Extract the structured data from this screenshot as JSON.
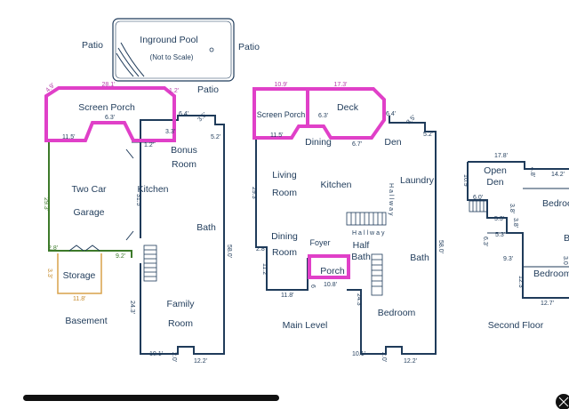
{
  "pool": {
    "title": "Inground Pool",
    "note": "(Not to Scale)"
  },
  "outdoor": {
    "patio_left": "Patio",
    "patio_right": "Patio",
    "patio_below": "Patio"
  },
  "basement": {
    "level": "Basement",
    "rooms": {
      "screen_porch": "Screen Porch",
      "bonus": "Bonus",
      "bonus2": "Room",
      "two_car": "Two Car",
      "garage": "Garage",
      "kitchen": "Kitchen",
      "bath": "Bath",
      "storage": "Storage",
      "family": "Family",
      "family2": "Room"
    },
    "dims": {
      "d1": "28.1'",
      "d2": "4.9'",
      "d3": "1.2'",
      "d4": "11.5'",
      "d5": "6.3'",
      "d6": "3.3'",
      "d7": "6.4'",
      "d8": "3.5'",
      "d9": "5.2'",
      "d10": "1.2'",
      "d11": "29.3'",
      "d12": "31.5'",
      "d13": "58.0'",
      "d14": "2.8'",
      "d15": "9.2'",
      "d16": "11.8'",
      "d17": "24.3'",
      "d18": "10.1'",
      "d19": "2.0'",
      "d20": "12.2'",
      "d21": "3.3'"
    }
  },
  "main": {
    "level": "Main Level",
    "rooms": {
      "screen_porch": "Screen Porch",
      "deck": "Deck",
      "dining_top": "Dining",
      "den": "Den",
      "living": "Living",
      "living2": "Room",
      "kitchen": "Kitchen",
      "laundry": "Laundry",
      "hallway": "Hallway",
      "dining": "Dining",
      "dining2": "Room",
      "foyer": "Foyer",
      "half": "Half",
      "half_bath": "Bath",
      "porch": "Porch",
      "bath": "Bath",
      "bedroom": "Bedroom"
    },
    "dims": {
      "d1": "10.9'",
      "d2": "17.3'",
      "d3": "6.4'",
      "d4": "11.5'",
      "d5": "6.3'",
      "d6": "6.7'",
      "d7": "3.5'",
      "d8": "5.2'",
      "d9": "29.3'",
      "d10": "58.0'",
      "d11": "11.2'",
      "d12": "11.8'",
      "d13": "10.8'",
      "d14": "24.3'",
      "d15": "10.1'",
      "d16": "2.0'",
      "d17": "12.2'",
      "d18": "2.8'",
      "d19": "6"
    }
  },
  "second": {
    "level": "Second Floor",
    "rooms": {
      "open": "Open",
      "den": "Den",
      "bedroom_right": "Bedroo",
      "bedroom_b": "B",
      "bedroom": "Bedroom"
    },
    "dims": {
      "d1": "17.8'",
      "d2": "4.8'",
      "d3": "14.2'",
      "d4": "10.9'",
      "d5": "6.0'",
      "d6": "3.8'",
      "d7": "5.3'",
      "d8": "3.8'",
      "d9": "5.3'",
      "d10": "6.3'",
      "d11": "9.3'",
      "d12": "3.0",
      "d13": "12.3'",
      "d14": "12.7'"
    }
  },
  "colors": {
    "wall": "#1f3b5a",
    "highlight": "#e040c8",
    "garage": "#3d7a2a",
    "storage": "#d9a24a"
  }
}
